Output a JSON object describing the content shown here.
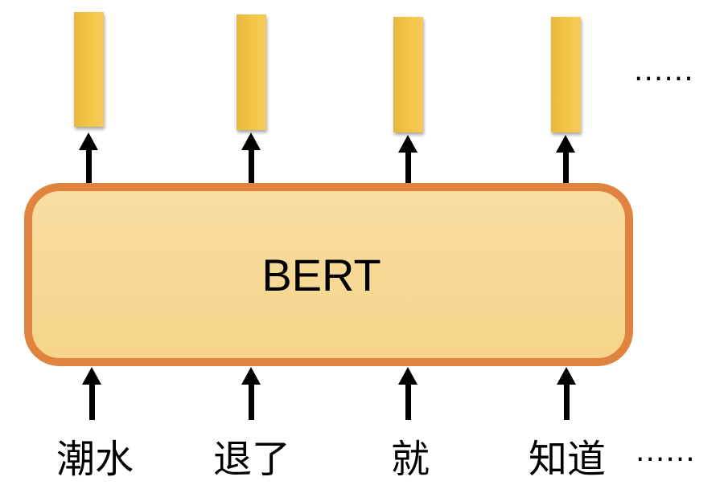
{
  "model_label": "BERT",
  "tokens": [
    "潮水",
    "退了",
    "就",
    "知道"
  ],
  "ellipsis_top": "......",
  "ellipsis_bottom": "......",
  "colors": {
    "box_border": "#e0833f",
    "box_fill": "#f7d898",
    "vector": "#f4c646",
    "arrow": "#000000"
  }
}
